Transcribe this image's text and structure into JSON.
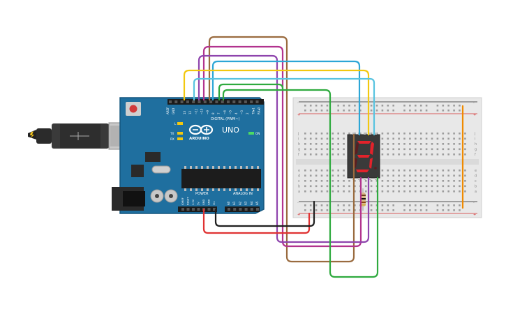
{
  "arduino": {
    "brand": "ARDUINO",
    "model": "UNO",
    "on_label": "ON",
    "digital_label": "DIGITAL (PWM~)",
    "power_label": "POWER",
    "analog_label": "ANALOG IN",
    "aref": "AREF",
    "gnd": "GND",
    "led_l": "L",
    "led_tx": "TX",
    "led_rx": "RX",
    "digital_pins": [
      "13",
      "12",
      "~11",
      "~10",
      "~9",
      "8",
      "7",
      "~6",
      "~5",
      "4",
      "~3",
      "2",
      "TX▸1",
      "RX◂0"
    ],
    "power_pins": [
      "IOREF",
      "RESET",
      "3.3V",
      "5V",
      "GND",
      "GND",
      "Vin"
    ],
    "analog_pins": [
      "A0",
      "A1",
      "A2",
      "A3",
      "A4",
      "A5"
    ]
  },
  "breadboard": {
    "rows_top": [
      "j",
      "i",
      "h",
      "g",
      "f"
    ],
    "rows_bottom": [
      "e",
      "d",
      "c",
      "b",
      "a"
    ],
    "plus": "+",
    "minus": "-"
  },
  "display": {
    "digit": "3"
  },
  "colors": {
    "board": "#1f6f9f",
    "breadboard": "#e8e8e8",
    "segment_on": "#e3222b",
    "segment_off": "#5b1d20",
    "wires": [
      "#9a6b3f",
      "#b2338e",
      "#8e44ad",
      "#2ca6d6",
      "#f2c80f",
      "#2eaa3e",
      "#e03232",
      "#1f1f1f",
      "#f08a00"
    ]
  }
}
